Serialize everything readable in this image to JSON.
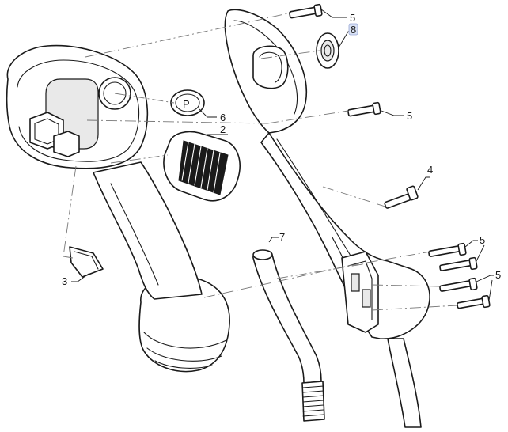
{
  "callouts": {
    "c5_top": "5",
    "c8": "8",
    "c6": "6",
    "c2": "2",
    "c5_mid": "5",
    "c4": "4",
    "c3": "3",
    "c7": "7",
    "c5_r1": "5",
    "c5_r2": "5"
  },
  "colors": {
    "line": "#1a1a1a",
    "leader": "#777777",
    "highlight": "#d8e1f5"
  }
}
